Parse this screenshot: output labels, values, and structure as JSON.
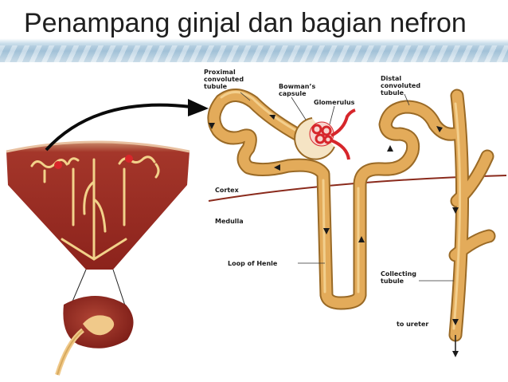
{
  "title": "Penampang ginjal dan bagian nefron",
  "labels": {
    "proximal": [
      "Proximal",
      "convoluted",
      "tubule"
    ],
    "bowman": [
      "Bowman’s",
      "capsule"
    ],
    "glomerulus": "Glomerulus",
    "distal": [
      "Distal",
      "convoluted",
      "tubule"
    ],
    "cortex": "Cortex",
    "medulla": "Medulla",
    "loop": "Loop of Henle",
    "collecting": [
      "Collecting",
      "tubule"
    ],
    "ureter": "to ureter"
  },
  "colors": {
    "tubule": "#e3ab5a",
    "tubule_edge": "#9a6a26",
    "vessel": "#d6262b",
    "kidney_tissue": "#9a2b22",
    "boundary": "#8a2a1c",
    "header_band": "#a9c7dc"
  }
}
